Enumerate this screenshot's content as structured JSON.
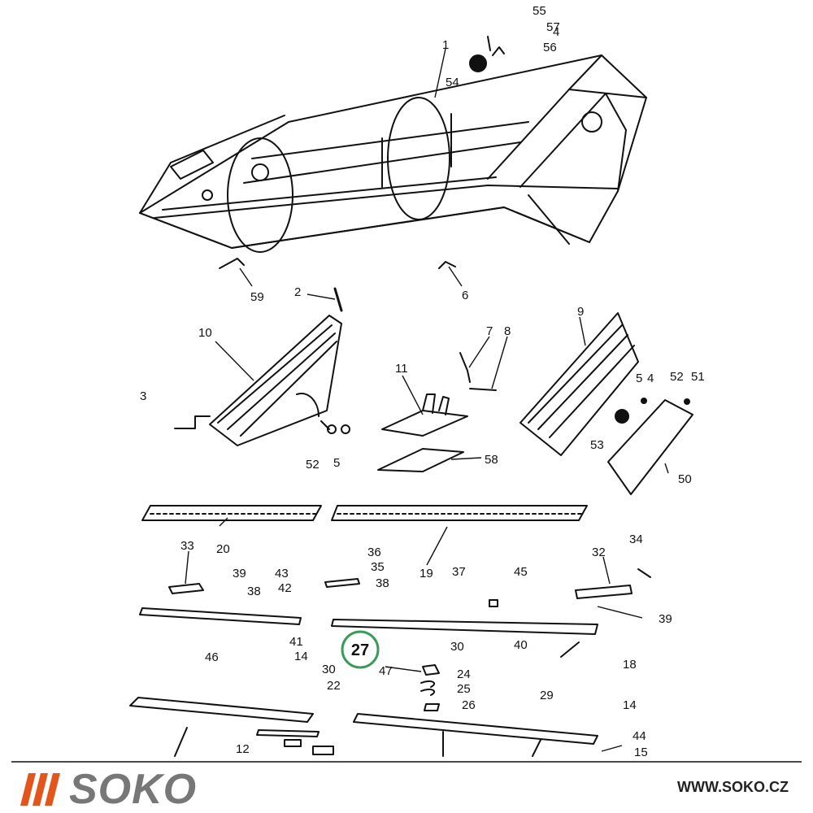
{
  "diagram": {
    "callouts": [
      "55",
      "57",
      "4",
      "56",
      "54",
      "1",
      "59",
      "6",
      "2",
      "10",
      "9",
      "7",
      "8",
      "11",
      "3",
      "52",
      "5",
      "53",
      "5",
      "4",
      "52",
      "51",
      "50",
      "58",
      "20",
      "19",
      "33",
      "34",
      "32",
      "39",
      "38",
      "43",
      "42",
      "36",
      "35",
      "38",
      "37",
      "45",
      "46",
      "41",
      "40",
      "39",
      "14",
      "30",
      "22",
      "47",
      "30",
      "24",
      "25",
      "26",
      "29",
      "14",
      "18",
      "12",
      "44",
      "15"
    ],
    "highlighted_part": "27",
    "highlight_color": "#3a9a5a"
  },
  "footer": {
    "brand": "SOKO",
    "brand_color": "#777777",
    "accent_color": "#e2561c",
    "url": "WWW.SOKO.CZ"
  }
}
